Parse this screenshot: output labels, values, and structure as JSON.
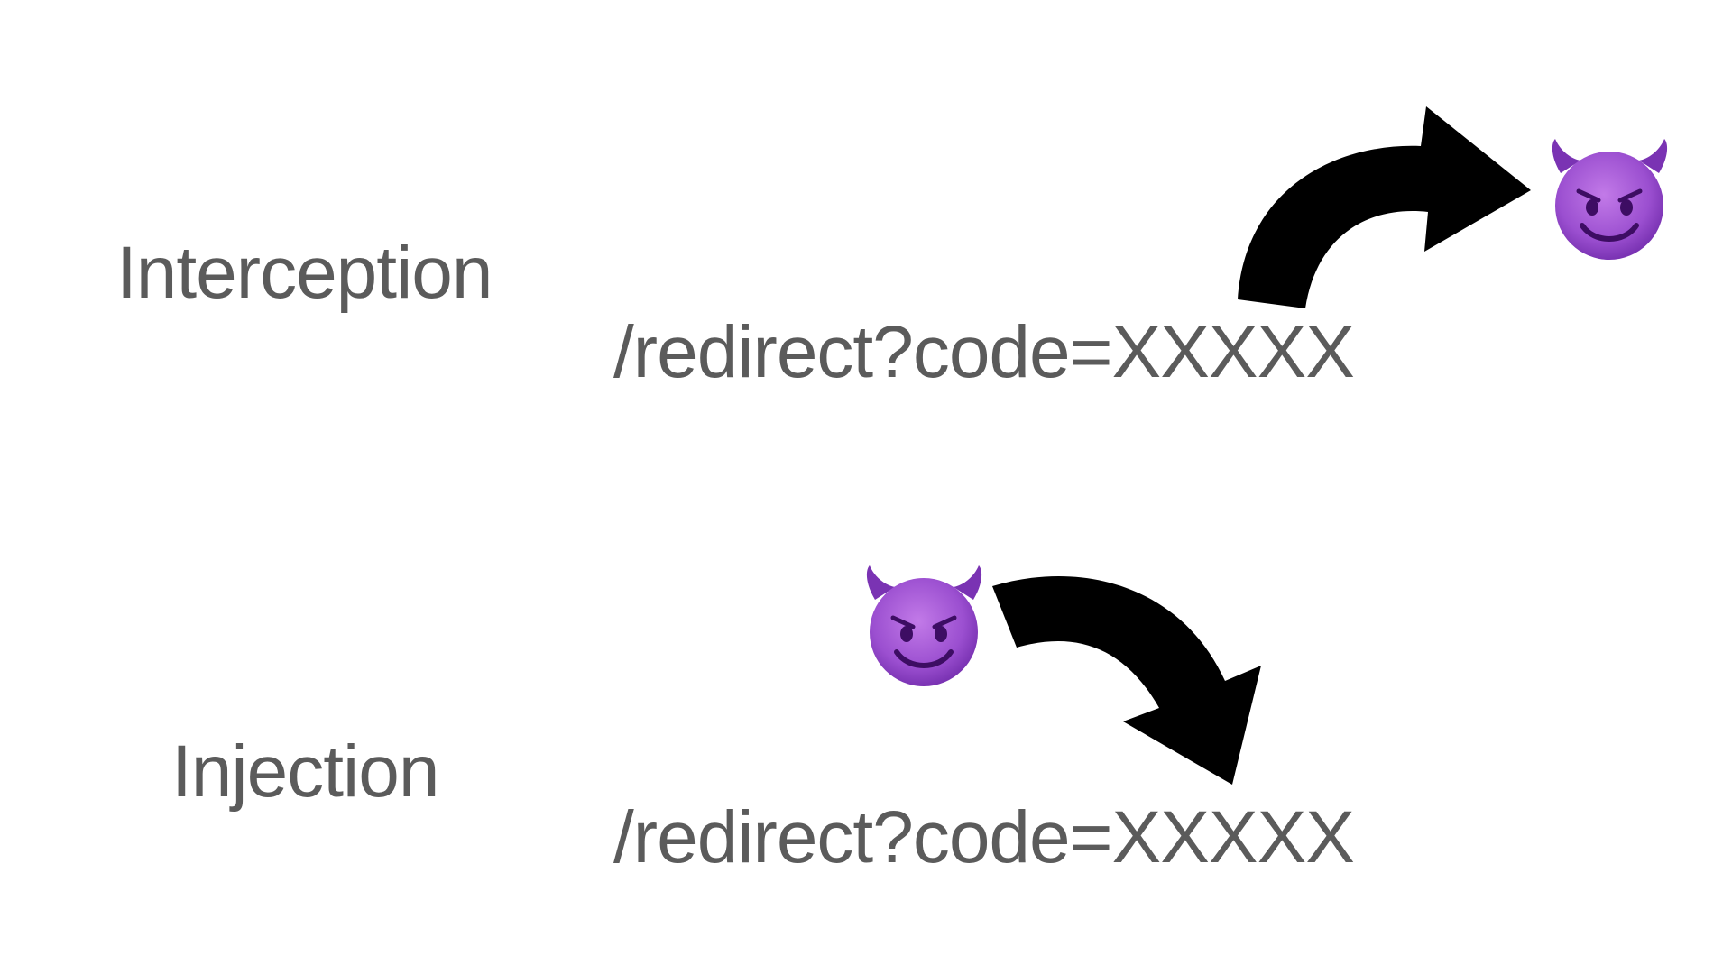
{
  "slide": {
    "rows": [
      {
        "label": "Interception",
        "url_text": "/redirect?code=XXXXX"
      },
      {
        "label": "Injection",
        "url_text": "/redirect?code=XXXXX"
      }
    ],
    "icons": {
      "attacker": "smiling-devil-icon",
      "flow": "curved-arrow-icon"
    },
    "colors": {
      "text": "#5b5b5b",
      "arrow": "#000000",
      "devil_face": "#9b4fd0",
      "devil_dark": "#5a1a86"
    }
  }
}
